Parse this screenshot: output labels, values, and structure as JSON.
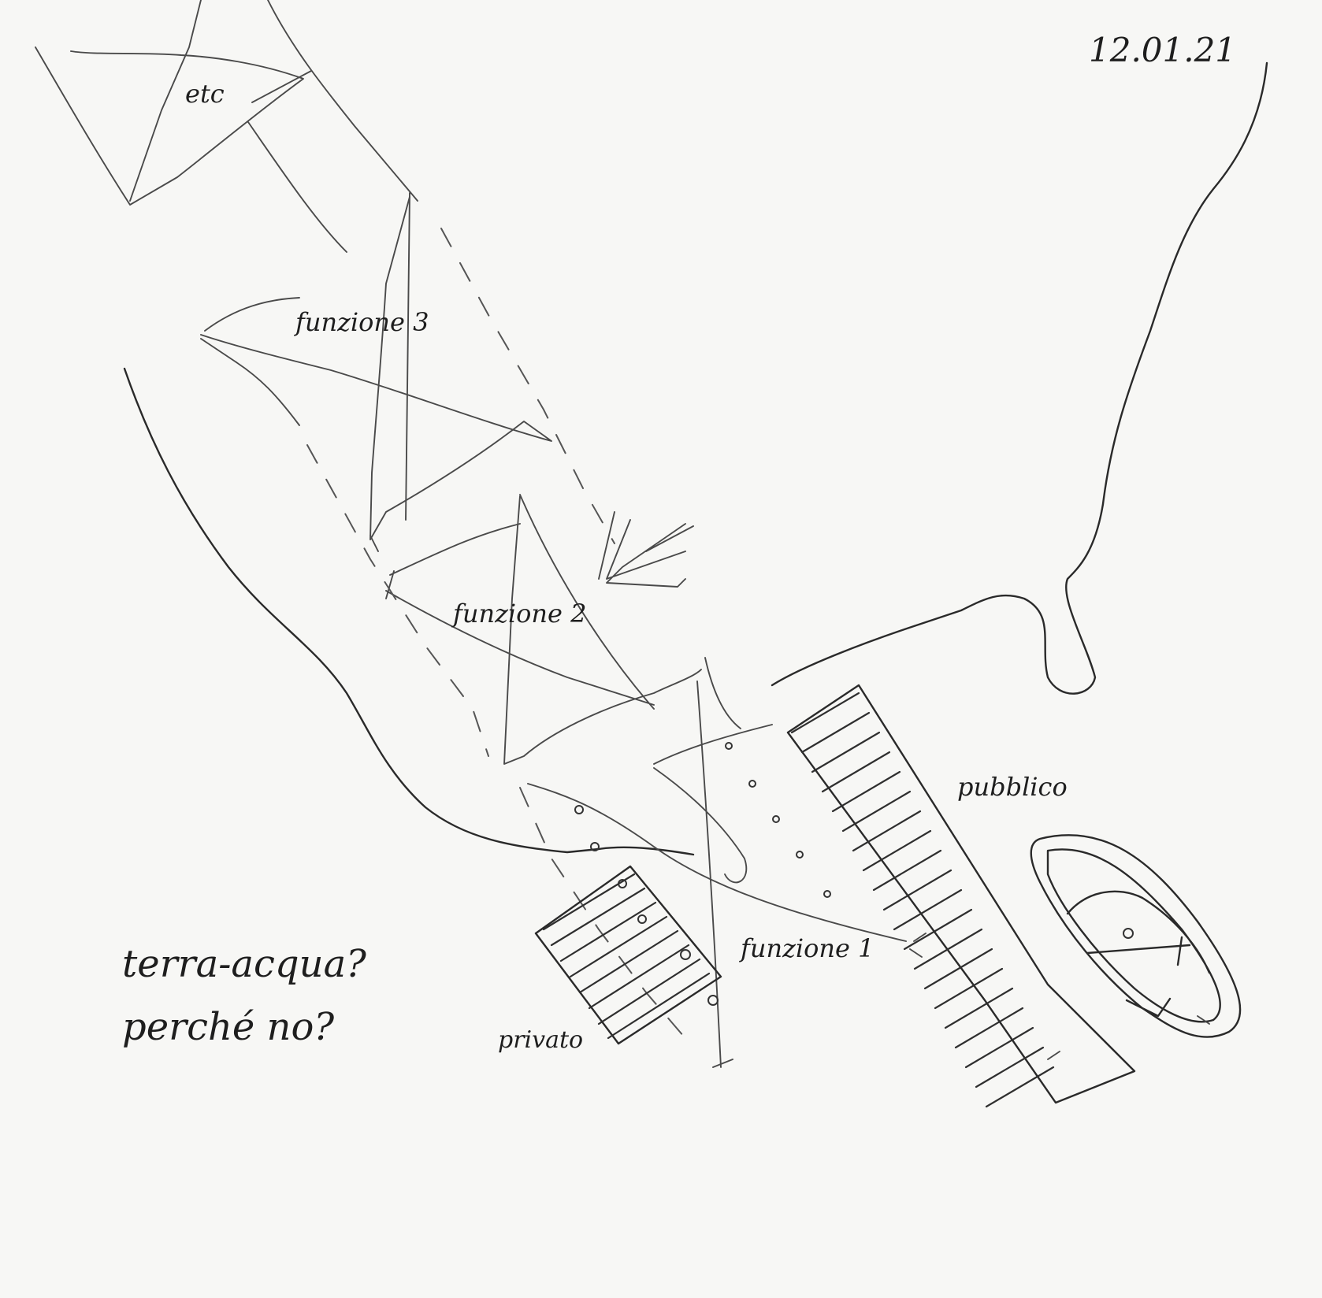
{
  "sheet": {
    "date": "12.01.21",
    "labels": {
      "etc": "etc",
      "funzione_3": "funzione 3",
      "funzione_2": "funzione 2",
      "funzione_1": "funzione 1",
      "pubblico": "pubblico",
      "privato": "privato"
    },
    "note_line1": "terra-acqua?",
    "note_line2": "perché no?"
  },
  "colors": {
    "paper": "#f7f7f5",
    "pencil": "#2a2a2a"
  }
}
